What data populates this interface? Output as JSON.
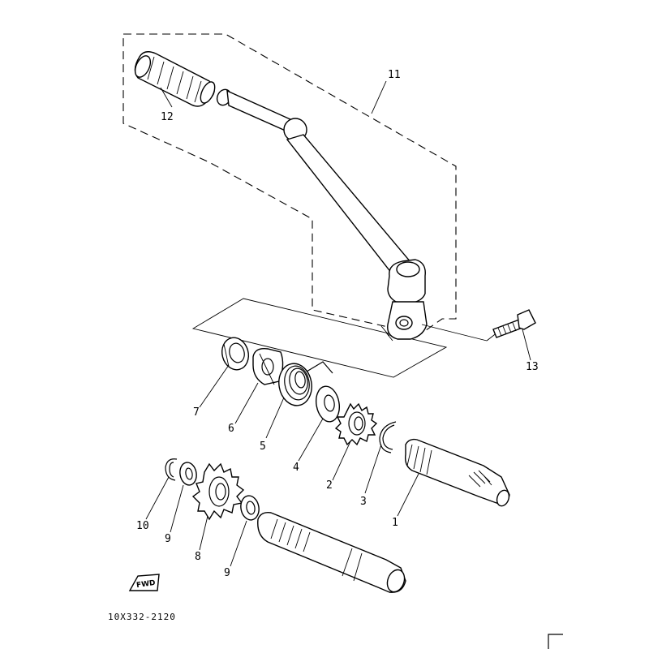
{
  "diagram": {
    "labels": {
      "p1": "1",
      "p2": "2",
      "p3": "3",
      "p4": "4",
      "p5": "5",
      "p6": "6",
      "p7": "7",
      "p8": "8",
      "p9a": "9",
      "p9b": "9",
      "p10": "10",
      "p11": "11",
      "p12": "12",
      "p13": "13"
    },
    "badge": "FWD",
    "diagram_code": "10X332-2120"
  }
}
